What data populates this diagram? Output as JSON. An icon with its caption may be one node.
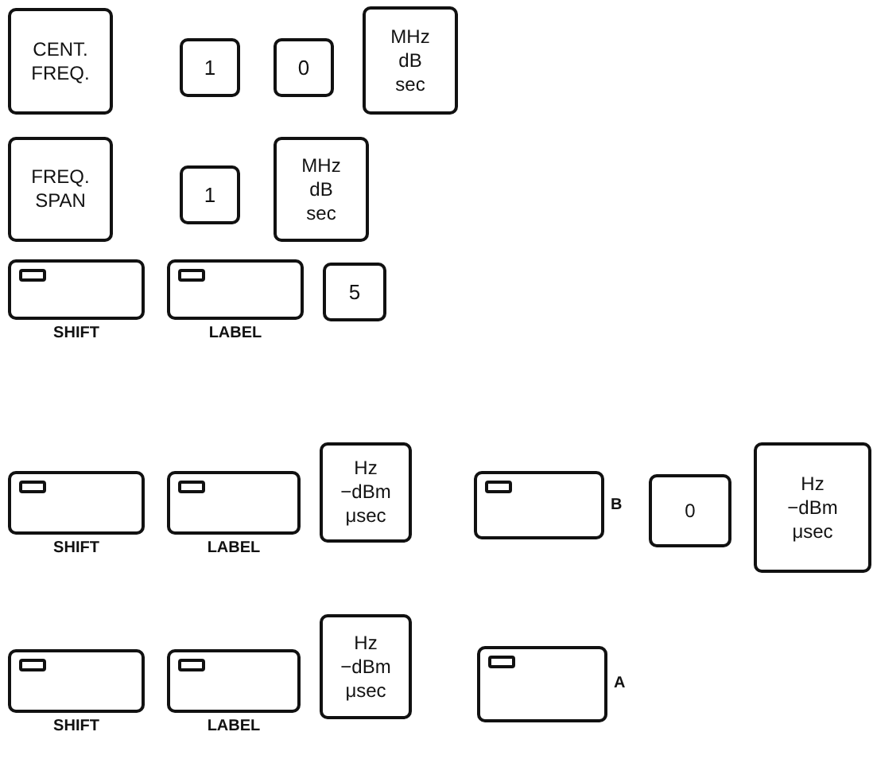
{
  "diagram": {
    "nodes": [
      {
        "text": [
          "CENT. FREQ."
        ]
      },
      {
        "text": [
          "1"
        ]
      },
      {
        "text": [
          "0"
        ]
      },
      {
        "text": [
          "MHz dB sec"
        ]
      },
      {
        "text": [
          "FREQ. SPAN"
        ]
      },
      {
        "text": [
          "1"
        ]
      },
      {
        "text": [
          "MHz dB sec"
        ]
      },
      {
        "text": [],
        "shape": "box",
        "beside": [
          "SHIFT"
        ]
      },
      {
        "text": [],
        "shape": "box",
        "beside": [
          "LABEL"
        ]
      },
      {
        "text": [
          "5"
        ]
      },
      {
        "text": [],
        "shape": "box",
        "beside": [
          "SHIFT"
        ]
      },
      {
        "text": [],
        "shape": "box",
        "beside": [
          "LABEL"
        ]
      },
      {
        "text": [
          "Hz −dBm μsec"
        ]
      },
      {
        "text": [],
        "shape": "box",
        "beside": [
          "B"
        ]
      },
      {
        "text": [
          "0"
        ]
      },
      {
        "text": [
          "Hz −dBm μsec"
        ]
      },
      {
        "text": [],
        "shape": "box",
        "beside": [
          "SHIFT"
        ]
      },
      {
        "text": [],
        "shape": "box",
        "beside": [
          "LABEL"
        ]
      },
      {
        "text": [
          "Hz −dBm μsec"
        ]
      },
      {
        "text": [],
        "shape": "box",
        "beside": [
          "A"
        ]
      }
    ]
  }
}
